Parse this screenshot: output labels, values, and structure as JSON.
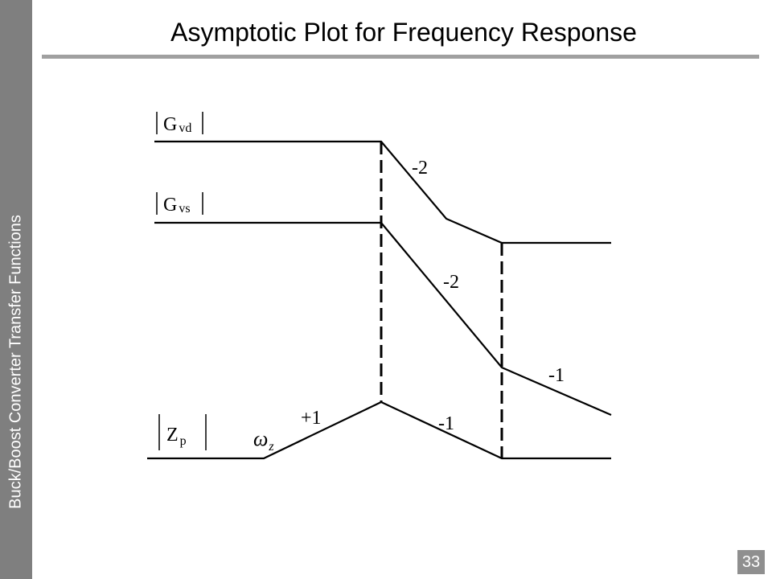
{
  "slide": {
    "title": "Asymptotic Plot for Frequency Response",
    "sidebar_label": "Buck/Boost Converter Transfer Functions",
    "page_number": "33"
  },
  "diagram": {
    "curves": {
      "gvd": {
        "label_main": "G",
        "label_sub": "vd"
      },
      "gvs": {
        "label_main": "G",
        "label_sub": "vs"
      },
      "zp": {
        "label_main": "Z",
        "label_sub": "p"
      }
    },
    "slope_labels": {
      "gvd_slope": "-2",
      "gvs_slope1": "-2",
      "gvs_slope2": "-1",
      "zp_rise": "+1",
      "zp_fall": "-1"
    },
    "corner_labels": {
      "omega_symbol": "ω",
      "omega_sub": "z"
    }
  },
  "colors": {
    "sidebar": "#7f7f7f",
    "title_rule": "#a0a0a0",
    "page_number_bg": "#8f8f8f"
  }
}
